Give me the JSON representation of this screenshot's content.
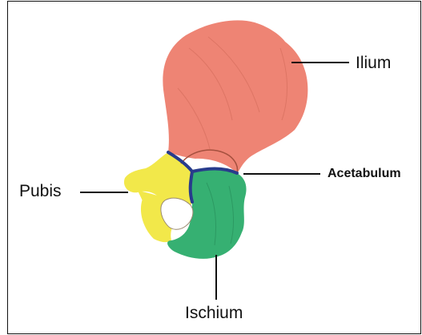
{
  "labels": {
    "ilium": "Ilium",
    "acetabulum": "Acetabulum",
    "pubis": "Pubis",
    "ischium": "Ischium"
  },
  "colors": {
    "ilium": "#ee8474",
    "pubis": "#f2e84a",
    "ischium": "#36b072",
    "suture": "#283c8c",
    "leader": "#111111"
  }
}
